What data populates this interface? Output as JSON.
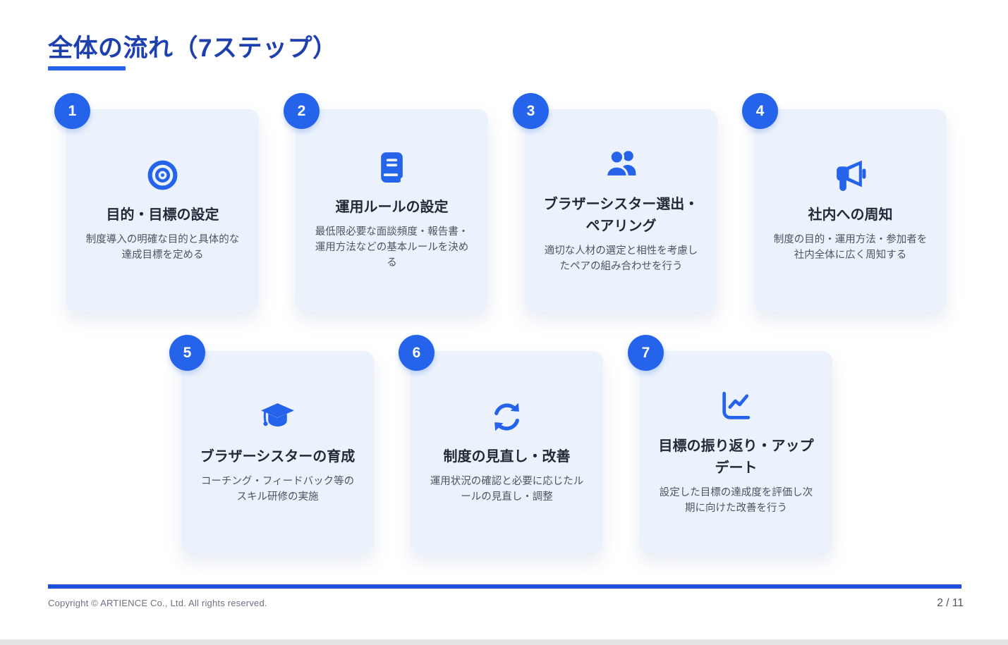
{
  "page": {
    "title": "全体の流れ（7ステップ）",
    "footer": {
      "copyright": "Copyright © ARTIENCE Co., Ltd. All rights reserved.",
      "page_number": "2 / 11"
    }
  },
  "steps": [
    {
      "number": "1",
      "title": "目的・目標の設定",
      "description": "制度導入の明確な目的と具体的な達成目標を定める",
      "icon": "target-icon"
    },
    {
      "number": "2",
      "title": "運用ルールの設定",
      "description": "最低限必要な面談頻度・報告書・運用方法などの基本ルールを決める",
      "icon": "book-icon"
    },
    {
      "number": "3",
      "title": "ブラザーシスター選出・ペアリング",
      "description": "適切な人材の選定と相性を考慮したペアの組み合わせを行う",
      "icon": "users-icon"
    },
    {
      "number": "4",
      "title": "社内への周知",
      "description": "制度の目的・運用方法・参加者を社内全体に広く周知する",
      "icon": "megaphone-icon"
    },
    {
      "number": "5",
      "title": "ブラザーシスターの育成",
      "description": "コーチング・フィードバック等のスキル研修の実施",
      "icon": "graduation-cap-icon"
    },
    {
      "number": "6",
      "title": "制度の見直し・改善",
      "description": "運用状況の確認と必要に応じたルールの見直し・調整",
      "icon": "sync-icon"
    },
    {
      "number": "7",
      "title": "目標の振り返り・アップデート",
      "description": "設定した目標の達成度を評価し次期に向けた改善を行う",
      "icon": "chart-line-icon"
    }
  ],
  "colors": {
    "accent": "#2563EB",
    "heading": "#1E40AF",
    "card_bg": "#EBF2FB",
    "title_text": "#1F2937",
    "desc_text": "#4B5563",
    "footer_text": "#6B7280",
    "divider": "#1D4ED8"
  }
}
